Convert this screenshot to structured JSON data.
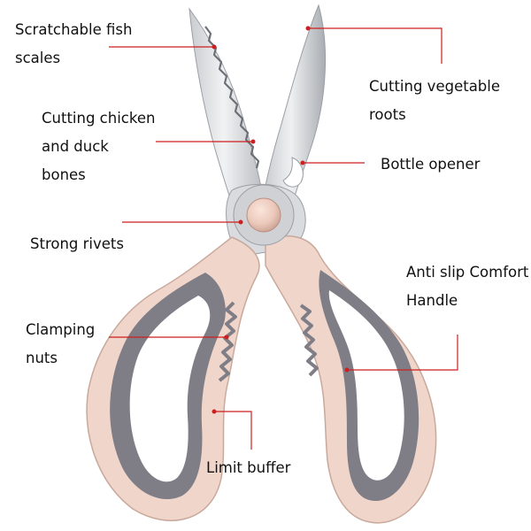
{
  "colors": {
    "handle_pink": "#efd5ca",
    "handle_gray": "#7f7d86",
    "blade_light": "#e9eaec",
    "blade_dark": "#aeb1b6",
    "leader_line": "#cc1f1f",
    "text": "#111111"
  },
  "labels": {
    "fish_scales": [
      "Scratchable fish",
      "scales"
    ],
    "vegetable_roots": [
      "Cutting vegetable",
      "roots"
    ],
    "chicken_bones": [
      "Cutting chicken",
      "and duck",
      "bones"
    ],
    "bottle_opener": [
      "Bottle opener"
    ],
    "strong_rivets": [
      "Strong rivets"
    ],
    "anti_slip": [
      "Anti slip Comfort",
      "Handle"
    ],
    "clamping_nuts": [
      "Clamping",
      "nuts"
    ],
    "limit_buffer": [
      "Limit buffer"
    ]
  }
}
